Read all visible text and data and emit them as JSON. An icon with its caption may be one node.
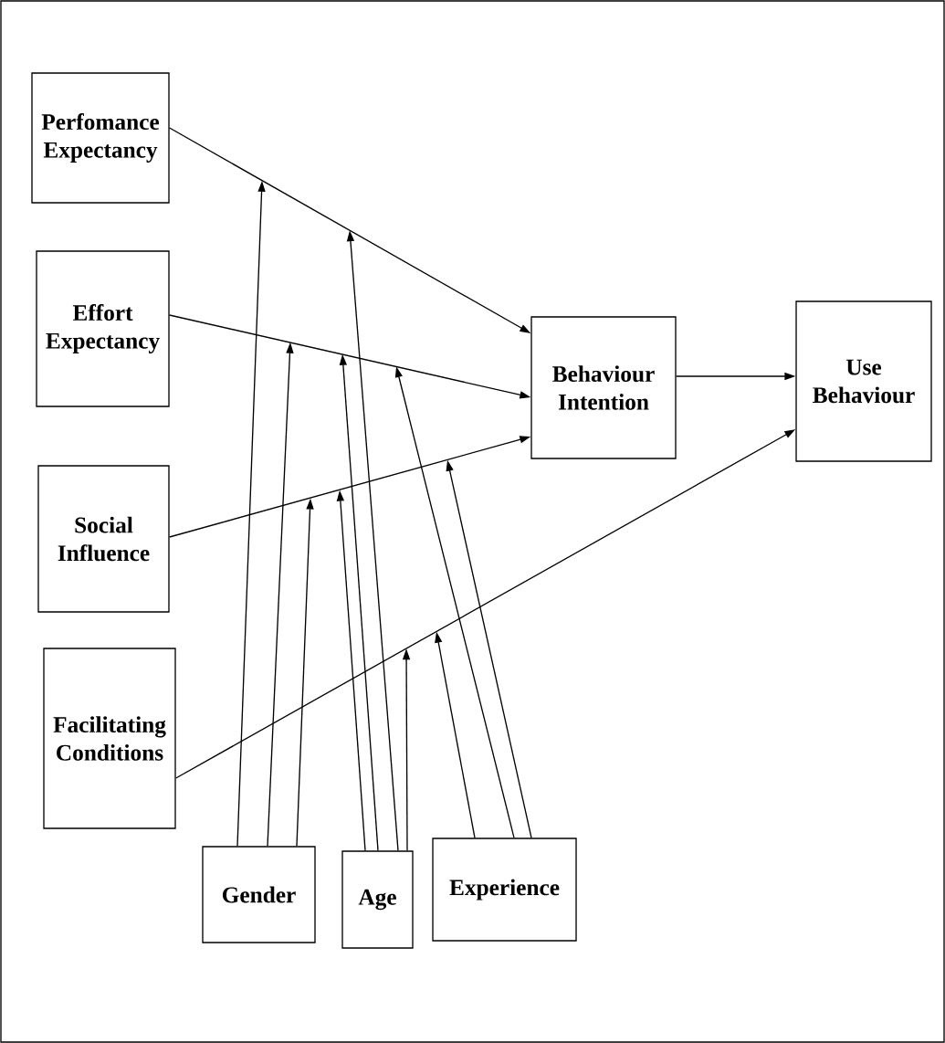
{
  "diagram": {
    "nodes": [
      {
        "text": [
          "Perfomance Expectancy"
        ]
      },
      {
        "text": [
          "Effort Expectancy"
        ]
      },
      {
        "text": [
          "Social Influence"
        ]
      },
      {
        "text": [
          "Facilitating Conditions"
        ]
      },
      {
        "text": [
          "Behaviour Intention"
        ]
      },
      {
        "text": [
          "Use Behaviour"
        ]
      },
      {
        "text": [
          "Gender"
        ]
      },
      {
        "text": [
          "Age"
        ]
      },
      {
        "text": [
          "Experience"
        ]
      }
    ],
    "edges": [
      {
        "from": 0,
        "to": 4,
        "arrow": "to"
      },
      {
        "from": 1,
        "to": 4,
        "arrow": "to"
      },
      {
        "from": 2,
        "to": 4,
        "arrow": "to"
      },
      {
        "from": 3,
        "to": 5,
        "arrow": "to"
      },
      {
        "from": 4,
        "to": 5,
        "arrow": "to"
      },
      {
        "from": 6,
        "to": null,
        "arrow": "to"
      },
      {
        "from": 6,
        "to": null,
        "arrow": "to"
      },
      {
        "from": 6,
        "to": null,
        "arrow": "to"
      },
      {
        "from": 7,
        "to": null,
        "arrow": "to"
      },
      {
        "from": 7,
        "to": null,
        "arrow": "to"
      },
      {
        "from": 7,
        "to": null,
        "arrow": "to"
      },
      {
        "from": 7,
        "to": null,
        "arrow": "to"
      },
      {
        "from": 8,
        "to": null,
        "arrow": "to"
      },
      {
        "from": 8,
        "to": null,
        "arrow": "to"
      },
      {
        "from": 8,
        "to": null,
        "arrow": "to"
      }
    ]
  }
}
